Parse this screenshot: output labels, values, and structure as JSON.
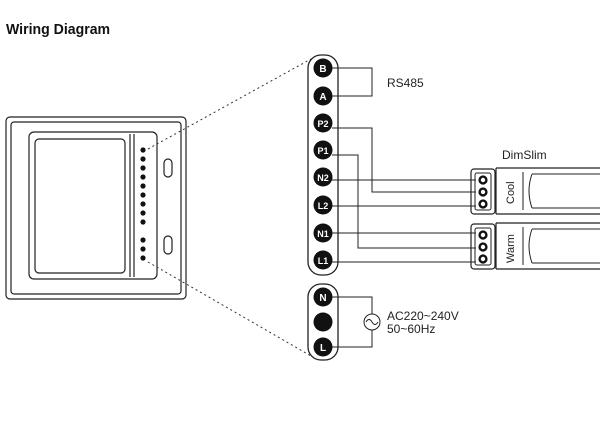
{
  "title": "Wiring Diagram",
  "terminals": {
    "b": "B",
    "a": "A",
    "p2": "P2",
    "p1": "P1",
    "n2": "N2",
    "l2": "L2",
    "n1": "N1",
    "l1": "L1"
  },
  "power_terminals": {
    "n": "N",
    "l": "L"
  },
  "labels": {
    "rs485": "RS485",
    "dimslim": "DimSlim",
    "cool": "Cool",
    "warm": "Warm",
    "voltage": "AC220~240V",
    "frequency": "50~60Hz"
  },
  "colors": {
    "line": "#222222",
    "terminal_fill": "#111111",
    "terminal_text": "#ffffff"
  }
}
